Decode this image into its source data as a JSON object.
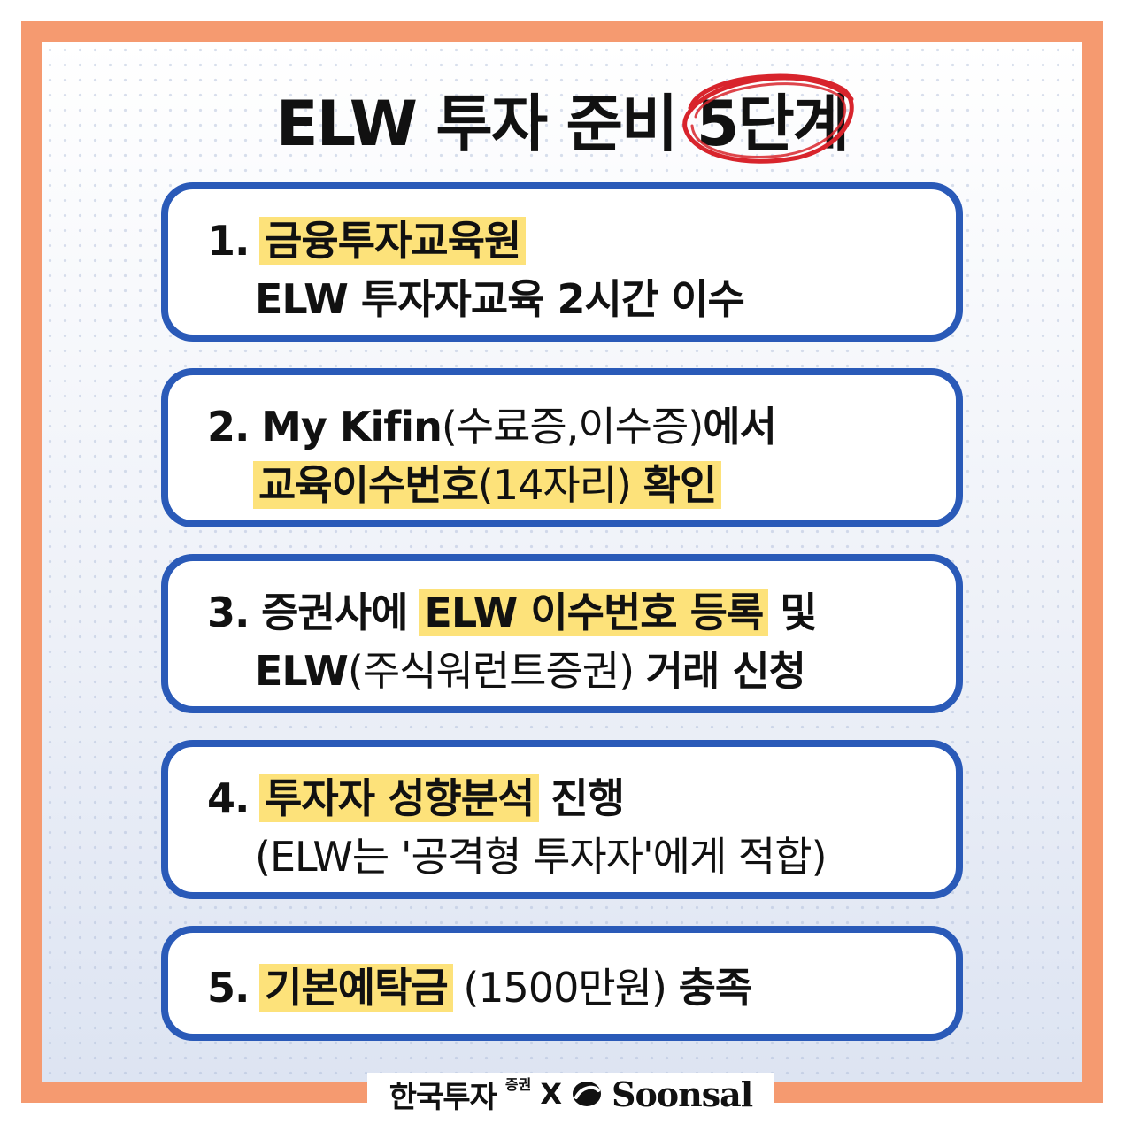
{
  "title": {
    "prefix": "ELW 투자 준비 ",
    "highlight": "5단계"
  },
  "cards": [
    {
      "number": "1.",
      "line1": {
        "highlight": "금융투자교육원"
      },
      "line2": {
        "text": "ELW 투자자교육 2시간 이수"
      }
    },
    {
      "number": "2.",
      "line1": {
        "a": "My Kifin",
        "b": "(수료증,이수증)",
        "c": "에서"
      },
      "line2": {
        "highlight_bold": "교육이수번호",
        "highlight_light": "(14자리) ",
        "highlight_bold2": "확인"
      }
    },
    {
      "number": "3.",
      "line1": {
        "a": "증권사에 ",
        "highlight": "ELW 이수번호 등록",
        "c": " 및"
      },
      "line2": {
        "a": "ELW",
        "b": "(주식워런트증권) ",
        "c": "거래 신청"
      }
    },
    {
      "number": "4.",
      "line1": {
        "highlight": "투자자 성향분석",
        "c": " 진행"
      },
      "line2": {
        "text": "(ELW는 '공격형 투자자'에게 적합)"
      }
    },
    {
      "number": "5.",
      "line1": {
        "highlight": "기본예탁금",
        "b": " (1500만원) ",
        "c": "충족"
      }
    }
  ],
  "footer": {
    "brand1": "한국투자",
    "brand1_sub": "증권",
    "separator": "X",
    "brand2": "Soonsal"
  },
  "colors": {
    "frame": "#f59a70",
    "card_border": "#2a5ab8",
    "highlight": "#fde27a",
    "circle": "#d8242c"
  }
}
